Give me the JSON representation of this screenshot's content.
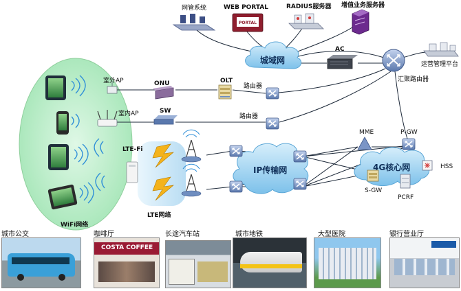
{
  "servers": {
    "nms": "网管系统",
    "web_portal": "WEB PORTAL",
    "radius": "RADIUS服务器",
    "vas": "增值业务服务器",
    "portal_screen": "PORTAL"
  },
  "core": {
    "metro": "城域网",
    "ac": "AC",
    "ops_platform": "运营管理平台",
    "agg_router": "汇聚路由器",
    "router1": "路由器",
    "router2": "路由器",
    "onu": "ONU",
    "olt": "OLT",
    "sw": "SW",
    "outdoor_ap": "室外AP",
    "indoor_ap": "室内AP",
    "lte_fi": "LTE-Fi",
    "ip_net": "IP传输网",
    "core_4g": "4G核心网",
    "mme": "MME",
    "pgw": "P-GW",
    "sgw": "S-GW",
    "pcrf": "PCRF",
    "hss": "HSS",
    "wifi_net": "WiFi网络",
    "lte_net": "LTE网络"
  },
  "scenes": [
    {
      "label": "城市公交"
    },
    {
      "label": "咖啡厅",
      "sign": "COSTA COFFEE"
    },
    {
      "label": "长途汽车站"
    },
    {
      "label": "城市地铁"
    },
    {
      "label": "大型医院"
    },
    {
      "label": "银行营业厅"
    }
  ],
  "colors": {
    "wifi_zone": "#b9eec8",
    "cloud": "#9fd3f2",
    "lte_zone": "#d4ecf9",
    "router": "#6f8ec0",
    "line": "#1e2a3a",
    "wave": "#2f8fd8"
  }
}
